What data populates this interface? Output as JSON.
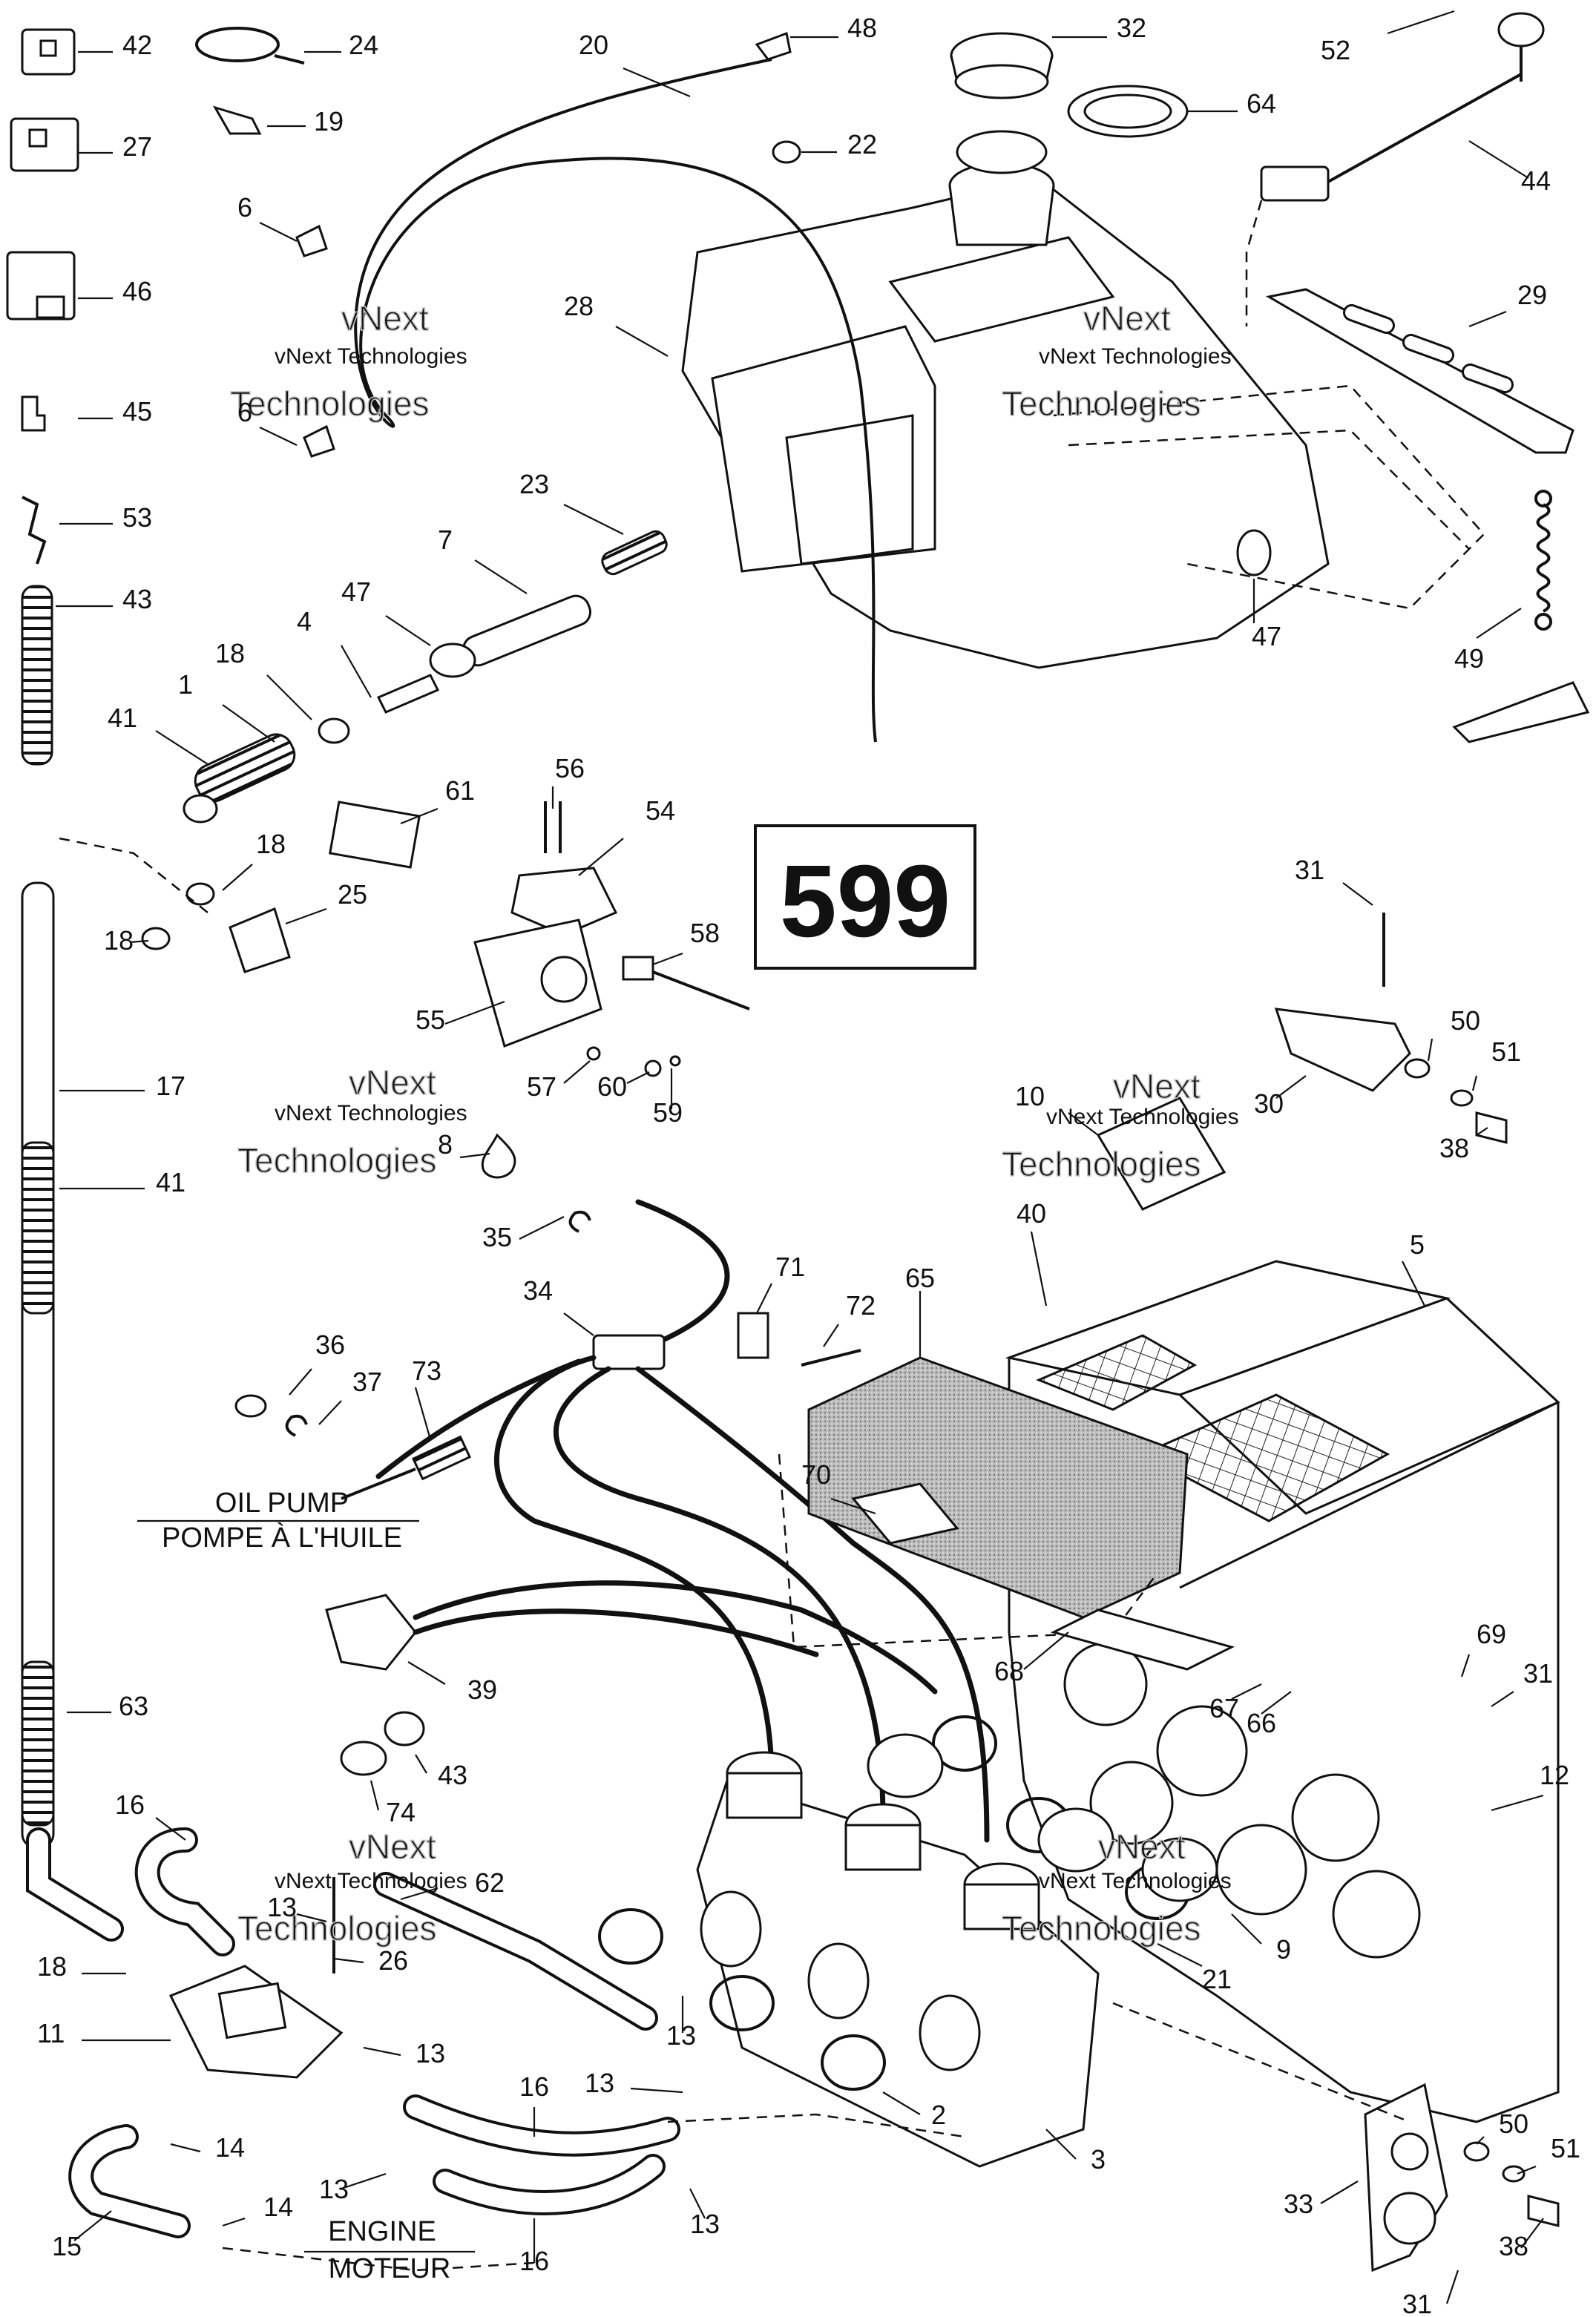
{
  "badge": {
    "number": "599"
  },
  "labels": {
    "oil_pump_en": "OIL PUMP",
    "oil_pump_fr": "POMPE À L'HUILE",
    "engine_en": "ENGINE",
    "engine_fr": "MOTEUR"
  },
  "watermark": {
    "line1": "vNext",
    "line2": "vNext Technologies",
    "line3": "Technologies"
  },
  "callouts": [
    "42",
    "27",
    "46",
    "45",
    "53",
    "43",
    "24",
    "19",
    "6",
    "6",
    "20",
    "48",
    "22",
    "32",
    "64",
    "52",
    "44",
    "28",
    "29",
    "23",
    "7",
    "47",
    "4",
    "18",
    "1",
    "41",
    "47",
    "49",
    "61",
    "56",
    "54",
    "18",
    "18",
    "25",
    "58",
    "55",
    "57",
    "60",
    "59",
    "31",
    "50",
    "51",
    "30",
    "38",
    "17",
    "41",
    "8",
    "35",
    "10",
    "40",
    "5",
    "34",
    "71",
    "72",
    "65",
    "36",
    "37",
    "73",
    "70",
    "39",
    "43",
    "74",
    "68",
    "69",
    "31",
    "67",
    "66",
    "12",
    "63",
    "16",
    "62",
    "13",
    "26",
    "18",
    "11",
    "13",
    "13",
    "13",
    "21",
    "9",
    "14",
    "16",
    "13",
    "13",
    "2",
    "3",
    "15",
    "14",
    "16",
    "33",
    "50",
    "51",
    "38",
    "31"
  ],
  "icons": {
    "fuel_drop": "fuel-drop-icon"
  }
}
